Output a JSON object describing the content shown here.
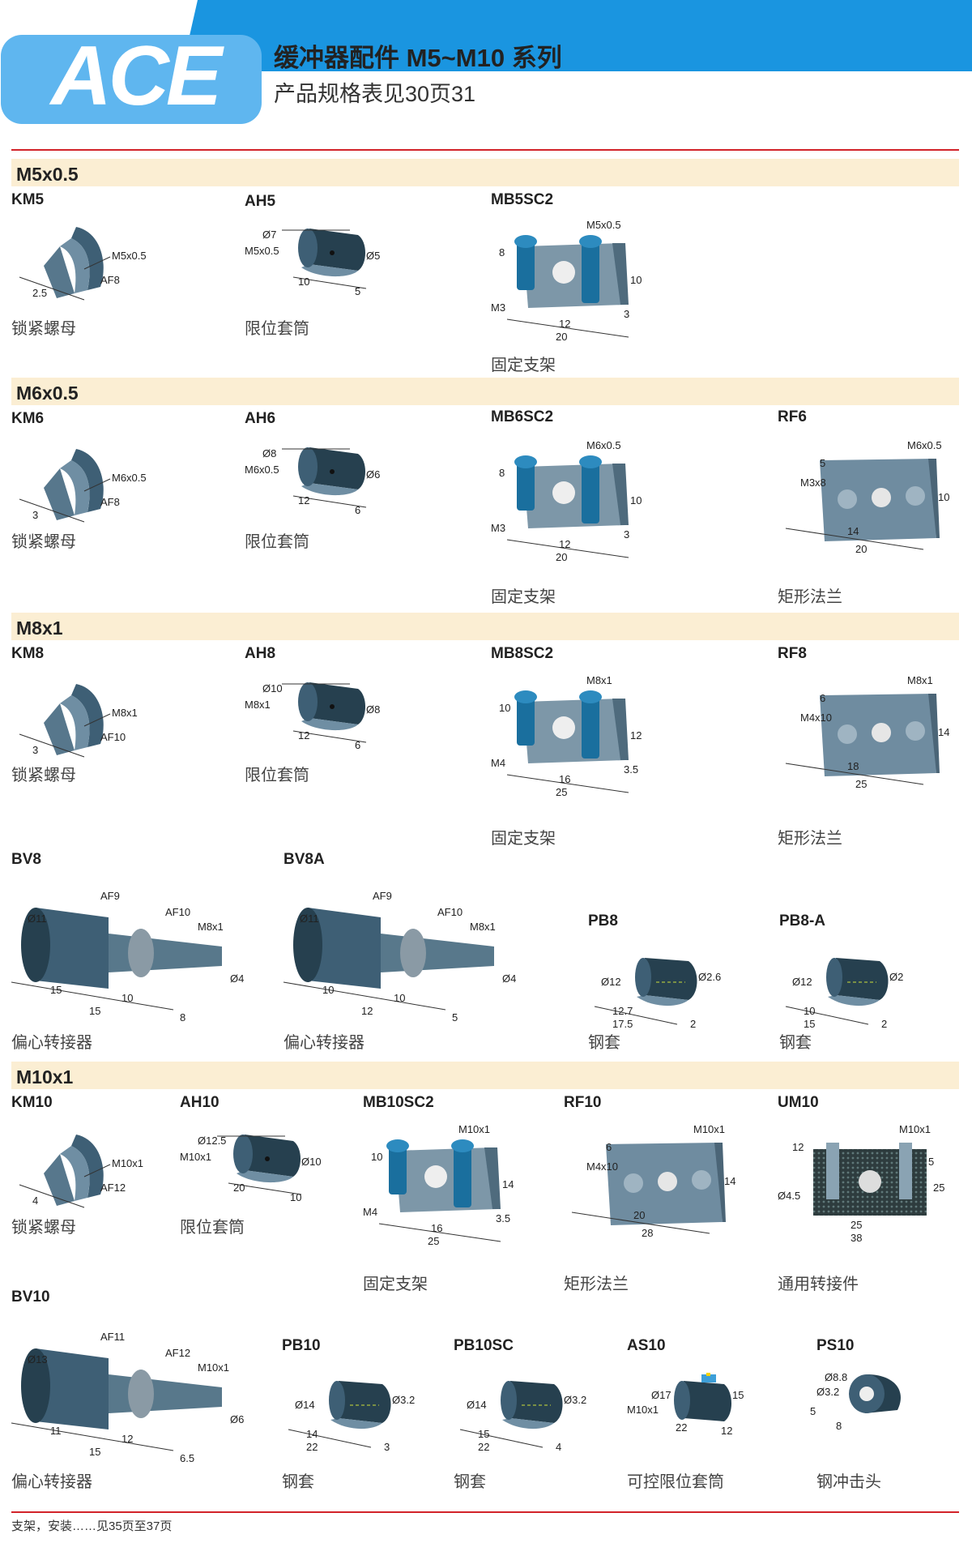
{
  "header": {
    "logo": "ACE",
    "title": "缓冲器配件 M5~M10 系列",
    "subtitle": "产品规格表见30页31",
    "accent": "#1a95e0",
    "rule": "#d2232a"
  },
  "sections": [
    {
      "label": "M5x0.5"
    },
    {
      "label": "M6x0.5"
    },
    {
      "label": "M8x1"
    },
    {
      "label": "M10x1"
    }
  ],
  "products": [
    {
      "code": "KM5",
      "caption": "锁紧螺母",
      "type": "nut",
      "dims": [
        "M5x0.5",
        "AF8",
        "2.5"
      ]
    },
    {
      "code": "AH5",
      "caption": "限位套筒",
      "type": "sleeve",
      "dims": [
        "Ø7",
        "M5x0.5",
        "Ø5",
        "10",
        "5"
      ]
    },
    {
      "code": "MB5SC2",
      "caption": "固定支架",
      "type": "bracket",
      "dims": [
        "M5x0.5",
        "8",
        "10",
        "M3",
        "12",
        "3",
        "20"
      ]
    },
    {
      "code": "KM6",
      "caption": "锁紧螺母",
      "type": "nut",
      "dims": [
        "M6x0.5",
        "AF8",
        "3"
      ]
    },
    {
      "code": "AH6",
      "caption": "限位套筒",
      "type": "sleeve",
      "dims": [
        "Ø8",
        "M6x0.5",
        "Ø6",
        "12",
        "6"
      ]
    },
    {
      "code": "MB6SC2",
      "caption": "固定支架",
      "type": "bracket",
      "dims": [
        "M6x0.5",
        "8",
        "10",
        "M3",
        "12",
        "3",
        "20"
      ]
    },
    {
      "code": "RF6",
      "caption": "矩形法兰",
      "type": "flange",
      "dims": [
        "M6x0.5",
        "5",
        "M3x8",
        "10",
        "14",
        "20"
      ]
    },
    {
      "code": "KM8",
      "caption": "锁紧螺母",
      "type": "nut",
      "dims": [
        "M8x1",
        "AF10",
        "3"
      ]
    },
    {
      "code": "AH8",
      "caption": "限位套筒",
      "type": "sleeve",
      "dims": [
        "Ø10",
        "M8x1",
        "Ø8",
        "12",
        "6"
      ]
    },
    {
      "code": "MB8SC2",
      "caption": "固定支架",
      "type": "bracket",
      "dims": [
        "M8x1",
        "10",
        "12",
        "M4",
        "16",
        "3.5",
        "25"
      ]
    },
    {
      "code": "RF8",
      "caption": "矩形法兰",
      "type": "flange",
      "dims": [
        "M8x1",
        "6",
        "M4x10",
        "14",
        "18",
        "25"
      ]
    },
    {
      "code": "BV8",
      "caption": "偏心转接器",
      "type": "adapter",
      "dims": [
        "AF9",
        "AF10",
        "Ø11",
        "M8x1",
        "Ø4",
        "15",
        "10",
        "15",
        "8"
      ]
    },
    {
      "code": "BV8A",
      "caption": "偏心转接器",
      "type": "adapter",
      "dims": [
        "AF9",
        "AF10",
        "Ø11",
        "M8x1",
        "Ø4",
        "10",
        "10",
        "12",
        "5"
      ]
    },
    {
      "code": "PB8",
      "caption": "钢套",
      "type": "pb",
      "dims": [
        "Ø12",
        "Ø2.6",
        "12.7",
        "17.5",
        "2"
      ]
    },
    {
      "code": "PB8-A",
      "caption": "钢套",
      "type": "pb",
      "dims": [
        "Ø12",
        "Ø2",
        "10",
        "15",
        "2"
      ]
    },
    {
      "code": "KM10",
      "caption": "锁紧螺母",
      "type": "nut",
      "dims": [
        "M10x1",
        "AF12",
        "4"
      ]
    },
    {
      "code": "AH10",
      "caption": "限位套筒",
      "type": "sleeve",
      "dims": [
        "Ø12.5",
        "M10x1",
        "Ø10",
        "20",
        "10"
      ]
    },
    {
      "code": "MB10SC2",
      "caption": "固定支架",
      "type": "bracket",
      "dims": [
        "M10x1",
        "10",
        "14",
        "M4",
        "16",
        "3.5",
        "25"
      ]
    },
    {
      "code": "RF10",
      "caption": "矩形法兰",
      "type": "flange",
      "dims": [
        "M10x1",
        "6",
        "M4x10",
        "14",
        "20",
        "28"
      ]
    },
    {
      "code": "UM10",
      "caption": "通用转接件",
      "type": "um",
      "dims": [
        "M10x1",
        "12",
        "5",
        "Ø4.5",
        "25",
        "25",
        "38"
      ]
    },
    {
      "code": "BV10",
      "caption": "偏心转接器",
      "type": "adapter",
      "dims": [
        "AF11",
        "AF12",
        "Ø13",
        "M10x1",
        "Ø6",
        "11",
        "12",
        "15",
        "6.5"
      ]
    },
    {
      "code": "PB10",
      "caption": "钢套",
      "type": "pb",
      "dims": [
        "Ø14",
        "Ø3.2",
        "14",
        "22",
        "3"
      ]
    },
    {
      "code": "PB10SC",
      "caption": "钢套",
      "type": "pb",
      "dims": [
        "Ø14",
        "Ø3.2",
        "15",
        "22",
        "4"
      ]
    },
    {
      "code": "AS10",
      "caption": "可控限位套筒",
      "type": "as",
      "dims": [
        "Ø17",
        "M10x1",
        "15",
        "22",
        "12"
      ]
    },
    {
      "code": "PS10",
      "caption": "钢冲击头",
      "type": "ps",
      "dims": [
        "Ø8.8",
        "Ø3.2",
        "5",
        "8"
      ]
    }
  ],
  "footer": {
    "note": "支架，安装……见35页至37页"
  }
}
